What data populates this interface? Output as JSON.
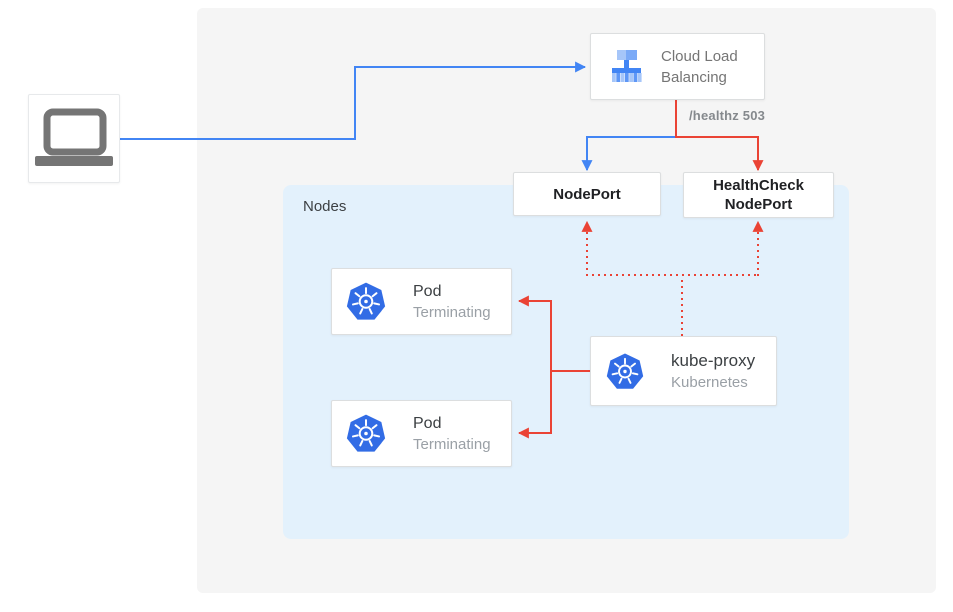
{
  "diagram": {
    "panel_bg": "#f5f5f5",
    "nodes_bg": "#e3f1fc",
    "colors": {
      "blue": "#4285f4",
      "red": "#ea4335",
      "kubernetes_blue": "#326ce5",
      "gray_icon": "#757575"
    },
    "client": {
      "icon": "laptop-icon"
    },
    "cloud_load_balancing": {
      "icon": "load-balancer-icon",
      "label": "Cloud Load Balancing"
    },
    "nodeport": {
      "label": "NodePort"
    },
    "healthcheck_nodeport": {
      "label": "HealthCheck NodePort"
    },
    "nodes_container": {
      "label": "Nodes"
    },
    "pods": [
      {
        "icon": "kubernetes-icon",
        "title": "Pod",
        "subtitle": "Terminating"
      },
      {
        "icon": "kubernetes-icon",
        "title": "Pod",
        "subtitle": "Terminating"
      }
    ],
    "kube_proxy": {
      "icon": "kubernetes-icon",
      "title": "kube-proxy",
      "subtitle": "Kubernetes"
    },
    "edges": [
      {
        "from": "client",
        "to": "cloud-load-balancing",
        "color": "blue",
        "style": "solid",
        "label": ""
      },
      {
        "from": "cloud-load-balancing",
        "to": "nodeport",
        "color": "blue",
        "style": "solid",
        "label": ""
      },
      {
        "from": "cloud-load-balancing",
        "to": "healthcheck-nodeport",
        "color": "red",
        "style": "solid",
        "label": "/healthz 503"
      },
      {
        "from": "kube-proxy",
        "to": "pod-1",
        "color": "red",
        "style": "solid",
        "label": ""
      },
      {
        "from": "kube-proxy",
        "to": "pod-2",
        "color": "red",
        "style": "solid",
        "label": ""
      },
      {
        "from": "kube-proxy",
        "to": "nodeport",
        "color": "red",
        "style": "dotted",
        "label": ""
      },
      {
        "from": "kube-proxy",
        "to": "healthcheck-nodeport",
        "color": "red",
        "style": "dotted",
        "label": ""
      }
    ]
  }
}
